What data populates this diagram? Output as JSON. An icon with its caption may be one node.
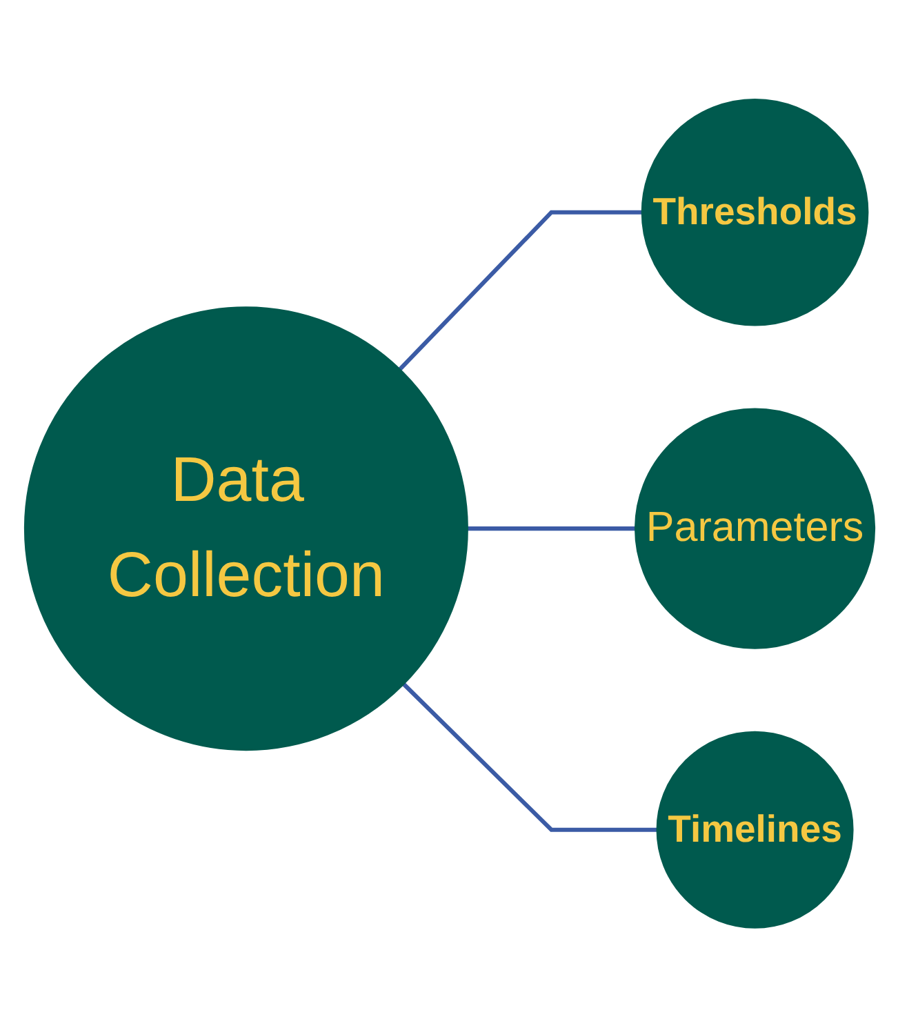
{
  "diagram": {
    "nodes": [
      {
        "text": [
          "Data Collection"
        ]
      },
      {
        "text": [
          "Thresholds"
        ]
      },
      {
        "text": [
          "Parameters"
        ]
      },
      {
        "text": [
          "Timelines"
        ]
      }
    ],
    "edges": [
      {
        "from": 0,
        "to": 1,
        "arrow": "none"
      },
      {
        "from": 0,
        "to": 2,
        "arrow": "none"
      },
      {
        "from": 0,
        "to": 3,
        "arrow": "none"
      }
    ]
  }
}
